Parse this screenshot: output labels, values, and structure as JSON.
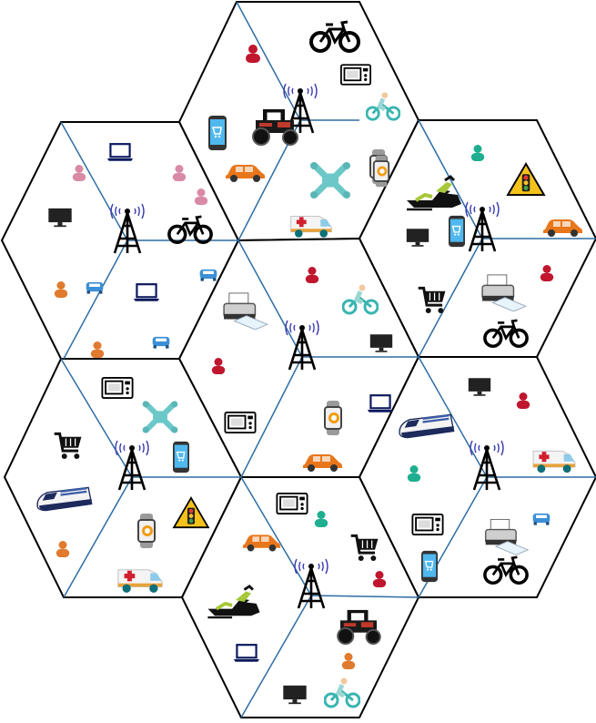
{
  "colors": {
    "cell_border": "#000000",
    "sector_line": "#2e6da4",
    "tower": "#000000",
    "wave": "#3b3bb0",
    "person_red": "#c0162e",
    "person_pink": "#d98aa6",
    "person_teal": "#1fae8f",
    "person_orange": "#e07a2e",
    "car_orange": "#e8761a",
    "car_blue": "#3c8fd6",
    "bike_teal": "#3ab5b0",
    "drone_teal": "#6cc8c8",
    "warning_yellow": "#f4c21a"
  },
  "cells": [
    {
      "name": "cell-top",
      "items": [
        {
          "icon": "bicycle-icon"
        },
        {
          "icon": "person-icon",
          "color": "red"
        },
        {
          "icon": "microwave-icon"
        },
        {
          "icon": "smartphone-icon"
        },
        {
          "icon": "tractor-icon"
        },
        {
          "icon": "cyclist-icon"
        },
        {
          "icon": "smartwatch-icon"
        },
        {
          "icon": "car-icon"
        },
        {
          "icon": "drone-icon"
        },
        {
          "icon": "ambulance-icon"
        }
      ]
    },
    {
      "name": "cell-upper-left",
      "items": [
        {
          "icon": "laptop-icon"
        },
        {
          "icon": "person-icon",
          "color": "pink"
        },
        {
          "icon": "person-icon",
          "color": "pink"
        },
        {
          "icon": "person-icon",
          "color": "pink"
        },
        {
          "icon": "monitor-icon"
        },
        {
          "icon": "bicycle-icon"
        },
        {
          "icon": "person-icon",
          "color": "orange"
        },
        {
          "icon": "car-icon",
          "color": "blue"
        },
        {
          "icon": "laptop-icon"
        },
        {
          "icon": "car-icon",
          "color": "blue"
        },
        {
          "icon": "person-icon",
          "color": "orange"
        },
        {
          "icon": "car-icon",
          "color": "blue"
        }
      ]
    },
    {
      "name": "cell-upper-right",
      "items": [
        {
          "icon": "smartwatch-icon"
        },
        {
          "icon": "person-icon",
          "color": "teal"
        },
        {
          "icon": "snowmobile-icon"
        },
        {
          "icon": "traffic-warning-icon"
        },
        {
          "icon": "monitor-icon"
        },
        {
          "icon": "smartphone-icon"
        },
        {
          "icon": "car-icon"
        },
        {
          "icon": "shopping-cart-icon"
        },
        {
          "icon": "printer-icon"
        },
        {
          "icon": "person-icon",
          "color": "red"
        },
        {
          "icon": "bicycle-icon"
        }
      ]
    },
    {
      "name": "cell-center",
      "items": [
        {
          "icon": "printer-icon"
        },
        {
          "icon": "person-icon",
          "color": "red"
        },
        {
          "icon": "cyclist-icon"
        },
        {
          "icon": "monitor-icon"
        },
        {
          "icon": "person-icon",
          "color": "red"
        },
        {
          "icon": "microwave-icon"
        },
        {
          "icon": "smartwatch-icon"
        },
        {
          "icon": "laptop-icon"
        },
        {
          "icon": "car-icon"
        }
      ]
    },
    {
      "name": "cell-lower-left",
      "items": [
        {
          "icon": "microwave-icon"
        },
        {
          "icon": "drone-icon"
        },
        {
          "icon": "shopping-cart-icon"
        },
        {
          "icon": "smartphone-icon"
        },
        {
          "icon": "train-icon"
        },
        {
          "icon": "smartwatch-icon"
        },
        {
          "icon": "traffic-warning-icon"
        },
        {
          "icon": "person-icon",
          "color": "orange"
        },
        {
          "icon": "ambulance-icon"
        }
      ]
    },
    {
      "name": "cell-lower-right",
      "items": [
        {
          "icon": "monitor-icon"
        },
        {
          "icon": "person-icon",
          "color": "red"
        },
        {
          "icon": "train-icon"
        },
        {
          "icon": "ambulance-icon"
        },
        {
          "icon": "person-icon",
          "color": "teal"
        },
        {
          "icon": "microwave-icon"
        },
        {
          "icon": "printer-icon"
        },
        {
          "icon": "car-icon",
          "color": "blue"
        },
        {
          "icon": "smartphone-icon"
        },
        {
          "icon": "bicycle-icon"
        }
      ]
    },
    {
      "name": "cell-bottom",
      "items": [
        {
          "icon": "microwave-icon"
        },
        {
          "icon": "person-icon",
          "color": "teal"
        },
        {
          "icon": "car-icon"
        },
        {
          "icon": "shopping-cart-icon"
        },
        {
          "icon": "person-icon",
          "color": "red"
        },
        {
          "icon": "snowmobile-icon"
        },
        {
          "icon": "tractor-icon"
        },
        {
          "icon": "laptop-icon"
        },
        {
          "icon": "person-icon",
          "color": "orange"
        },
        {
          "icon": "monitor-icon"
        },
        {
          "icon": "cyclist-icon"
        }
      ]
    }
  ]
}
